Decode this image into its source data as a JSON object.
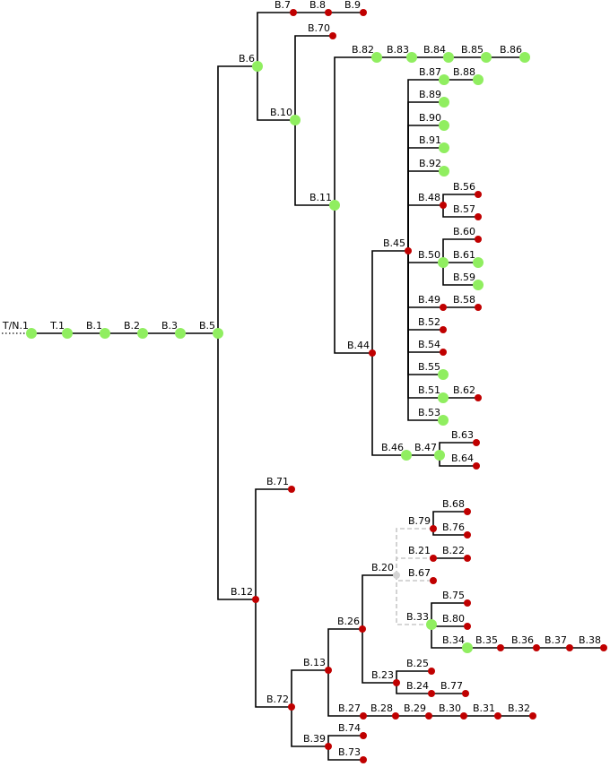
{
  "colors": {
    "green": "#90ee60",
    "red": "#c00000",
    "gray": "#d4d4d4"
  },
  "nodes": {
    "TN1": {
      "label": "T/N.1",
      "status": "green"
    },
    "T1": {
      "label": "T.1",
      "status": "green"
    },
    "B1": {
      "label": "B.1",
      "status": "green"
    },
    "B2": {
      "label": "B.2",
      "status": "green"
    },
    "B3": {
      "label": "B.3",
      "status": "green"
    },
    "B5": {
      "label": "B.5",
      "status": "green"
    },
    "B6": {
      "label": "B.6",
      "status": "green"
    },
    "B7": {
      "label": "B.7",
      "status": "red"
    },
    "B8": {
      "label": "B.8",
      "status": "red"
    },
    "B9": {
      "label": "B.9",
      "status": "red"
    },
    "B70": {
      "label": "B.70",
      "status": "red"
    },
    "B10": {
      "label": "B.10",
      "status": "green"
    },
    "B11": {
      "label": "B.11",
      "status": "green"
    },
    "B82": {
      "label": "B.82",
      "status": "green"
    },
    "B83": {
      "label": "B.83",
      "status": "green"
    },
    "B84": {
      "label": "B.84",
      "status": "green"
    },
    "B85": {
      "label": "B.85",
      "status": "green"
    },
    "B86": {
      "label": "B.86",
      "status": "green"
    },
    "B44": {
      "label": "B.44",
      "status": "red"
    },
    "B45": {
      "label": "B.45",
      "status": "red"
    },
    "B87": {
      "label": "B.87",
      "status": "green"
    },
    "B88": {
      "label": "B.88",
      "status": "green"
    },
    "B89": {
      "label": "B.89",
      "status": "green"
    },
    "B90": {
      "label": "B.90",
      "status": "green"
    },
    "B91": {
      "label": "B.91",
      "status": "green"
    },
    "B92": {
      "label": "B.92",
      "status": "green"
    },
    "B48": {
      "label": "B.48",
      "status": "red"
    },
    "B56": {
      "label": "B.56",
      "status": "red"
    },
    "B57": {
      "label": "B.57",
      "status": "red"
    },
    "B50": {
      "label": "B.50",
      "status": "green"
    },
    "B60": {
      "label": "B.60",
      "status": "red"
    },
    "B61": {
      "label": "B.61",
      "status": "green"
    },
    "B59": {
      "label": "B.59",
      "status": "green"
    },
    "B49": {
      "label": "B.49",
      "status": "red"
    },
    "B58": {
      "label": "B.58",
      "status": "red"
    },
    "B52": {
      "label": "B.52",
      "status": "red"
    },
    "B54": {
      "label": "B.54",
      "status": "red"
    },
    "B55": {
      "label": "B.55",
      "status": "green"
    },
    "B51": {
      "label": "B.51",
      "status": "green"
    },
    "B62": {
      "label": "B.62",
      "status": "red"
    },
    "B53": {
      "label": "B.53",
      "status": "green"
    },
    "B46": {
      "label": "B.46",
      "status": "green"
    },
    "B47": {
      "label": "B.47",
      "status": "green"
    },
    "B63": {
      "label": "B.63",
      "status": "red"
    },
    "B64": {
      "label": "B.64",
      "status": "red"
    },
    "B12": {
      "label": "B.12",
      "status": "red"
    },
    "B71": {
      "label": "B.71",
      "status": "red"
    },
    "B72": {
      "label": "B.72",
      "status": "red"
    },
    "B13": {
      "label": "B.13",
      "status": "red"
    },
    "B26": {
      "label": "B.26",
      "status": "red"
    },
    "B20": {
      "label": "B.20",
      "status": "gray"
    },
    "B79": {
      "label": "B.79",
      "status": "red"
    },
    "B68": {
      "label": "B.68",
      "status": "red"
    },
    "B76": {
      "label": "B.76",
      "status": "red"
    },
    "B21": {
      "label": "B.21",
      "status": "red"
    },
    "B22": {
      "label": "B.22",
      "status": "red"
    },
    "B67": {
      "label": "B.67",
      "status": "red"
    },
    "B33": {
      "label": "B.33",
      "status": "green"
    },
    "B75": {
      "label": "B.75",
      "status": "red"
    },
    "B80": {
      "label": "B.80",
      "status": "red"
    },
    "B34": {
      "label": "B.34",
      "status": "green"
    },
    "B35": {
      "label": "B.35",
      "status": "red"
    },
    "B36": {
      "label": "B.36",
      "status": "red"
    },
    "B37": {
      "label": "B.37",
      "status": "red"
    },
    "B38": {
      "label": "B.38",
      "status": "red"
    },
    "B23": {
      "label": "B.23",
      "status": "red"
    },
    "B25": {
      "label": "B.25",
      "status": "red"
    },
    "B24": {
      "label": "B.24",
      "status": "red"
    },
    "B77": {
      "label": "B.77",
      "status": "red"
    },
    "B27": {
      "label": "B.27",
      "status": "red"
    },
    "B28": {
      "label": "B.28",
      "status": "red"
    },
    "B29": {
      "label": "B.29",
      "status": "red"
    },
    "B30": {
      "label": "B.30",
      "status": "red"
    },
    "B31": {
      "label": "B.31",
      "status": "red"
    },
    "B32": {
      "label": "B.32",
      "status": "red"
    },
    "B39": {
      "label": "B.39",
      "status": "red"
    },
    "B74": {
      "label": "B.74",
      "status": "red"
    },
    "B73": {
      "label": "B.73",
      "status": "red"
    }
  },
  "edges": [
    [
      "TN1",
      "T1"
    ],
    [
      "T1",
      "B1"
    ],
    [
      "B1",
      "B2"
    ],
    [
      "B2",
      "B3"
    ],
    [
      "B3",
      "B5"
    ],
    [
      "B5",
      "B6"
    ],
    [
      "B5",
      "B12"
    ],
    [
      "B6",
      "B7"
    ],
    [
      "B6",
      "B10"
    ],
    [
      "B7",
      "B8"
    ],
    [
      "B8",
      "B9"
    ],
    [
      "B10",
      "B70"
    ],
    [
      "B10",
      "B11"
    ],
    [
      "B11",
      "B82"
    ],
    [
      "B11",
      "B44"
    ],
    [
      "B82",
      "B83"
    ],
    [
      "B83",
      "B84"
    ],
    [
      "B84",
      "B85"
    ],
    [
      "B85",
      "B86"
    ],
    [
      "B44",
      "B45"
    ],
    [
      "B44",
      "B46"
    ],
    [
      "B45",
      "B87"
    ],
    [
      "B45",
      "B89"
    ],
    [
      "B45",
      "B90"
    ],
    [
      "B45",
      "B91"
    ],
    [
      "B45",
      "B92"
    ],
    [
      "B45",
      "B48"
    ],
    [
      "B45",
      "B50"
    ],
    [
      "B45",
      "B49"
    ],
    [
      "B45",
      "B52"
    ],
    [
      "B45",
      "B54"
    ],
    [
      "B45",
      "B55"
    ],
    [
      "B45",
      "B51"
    ],
    [
      "B45",
      "B53"
    ],
    [
      "B87",
      "B88"
    ],
    [
      "B48",
      "B56"
    ],
    [
      "B48",
      "B57"
    ],
    [
      "B50",
      "B60"
    ],
    [
      "B50",
      "B61"
    ],
    [
      "B50",
      "B59"
    ],
    [
      "B49",
      "B58"
    ],
    [
      "B51",
      "B62"
    ],
    [
      "B46",
      "B47"
    ],
    [
      "B47",
      "B63"
    ],
    [
      "B47",
      "B64"
    ],
    [
      "B12",
      "B71"
    ],
    [
      "B12",
      "B72"
    ],
    [
      "B72",
      "B13"
    ],
    [
      "B72",
      "B39"
    ],
    [
      "B13",
      "B26"
    ],
    [
      "B13",
      "B27"
    ],
    [
      "B26",
      "B20"
    ],
    [
      "B26",
      "B23"
    ],
    [
      "B20",
      "B79"
    ],
    [
      "B20",
      "B21"
    ],
    [
      "B20",
      "B67"
    ],
    [
      "B20",
      "B33"
    ],
    [
      "B79",
      "B68"
    ],
    [
      "B79",
      "B76"
    ],
    [
      "B21",
      "B22"
    ],
    [
      "B33",
      "B75"
    ],
    [
      "B33",
      "B80"
    ],
    [
      "B33",
      "B34"
    ],
    [
      "B34",
      "B35"
    ],
    [
      "B35",
      "B36"
    ],
    [
      "B36",
      "B37"
    ],
    [
      "B37",
      "B38"
    ],
    [
      "B23",
      "B25"
    ],
    [
      "B23",
      "B24"
    ],
    [
      "B24",
      "B77"
    ],
    [
      "B27",
      "B28"
    ],
    [
      "B28",
      "B29"
    ],
    [
      "B29",
      "B30"
    ],
    [
      "B30",
      "B31"
    ],
    [
      "B31",
      "B32"
    ],
    [
      "B39",
      "B74"
    ],
    [
      "B39",
      "B73"
    ]
  ],
  "dashed_edges": [
    [
      "B20",
      "B79"
    ],
    [
      "B20",
      "B21"
    ],
    [
      "B20",
      "B67"
    ],
    [
      "B20",
      "B33"
    ]
  ],
  "dotted_edges": [
    [
      "TN1",
      "T1"
    ]
  ]
}
